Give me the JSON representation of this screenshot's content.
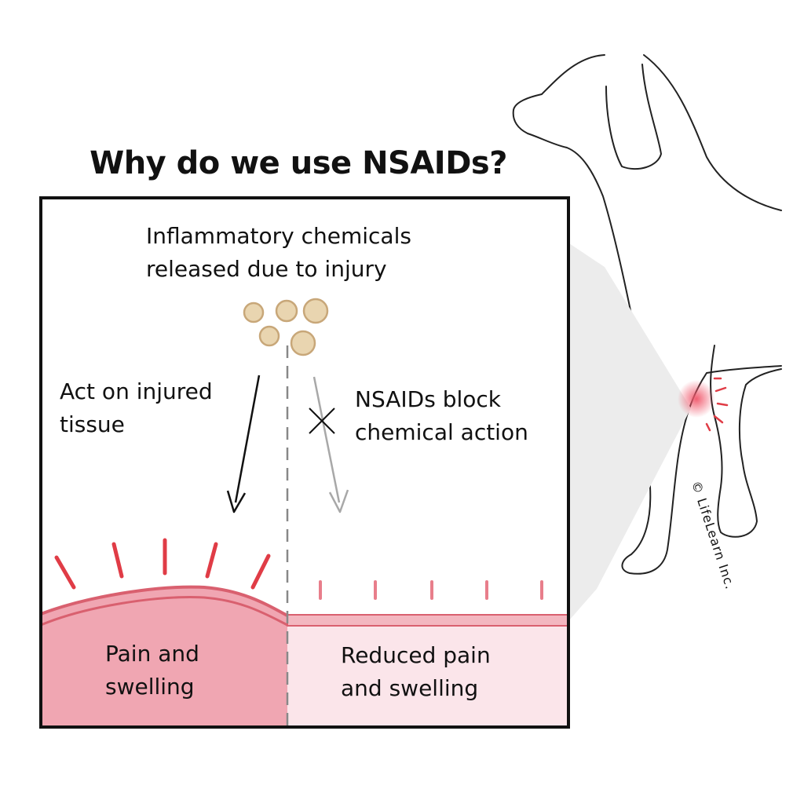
{
  "title": "Why do we use NSAIDs?",
  "inflammatory_label": "Inflammatory chemicals\nreleased due to injury",
  "act_label": "Act on injured\ntissue",
  "block_label": "NSAIDs block\nchemical action",
  "pain_label": "Pain and\nswelling",
  "reduced_label": "Reduced pain\nand swelling",
  "copyright": "© LifeLearn Inc.",
  "colors": {
    "chemical_fill": "#e9d5b0",
    "chemical_stroke": "#c8a779",
    "inflamed_fill": "#f0a6b2",
    "inflamed_edge": "#d9606f",
    "reduced_fill": "#fbe5ea",
    "pain_ray": "#e03c46",
    "reduced_ray": "#e87e8b",
    "blocked_arrow": "#a8a8a8"
  }
}
